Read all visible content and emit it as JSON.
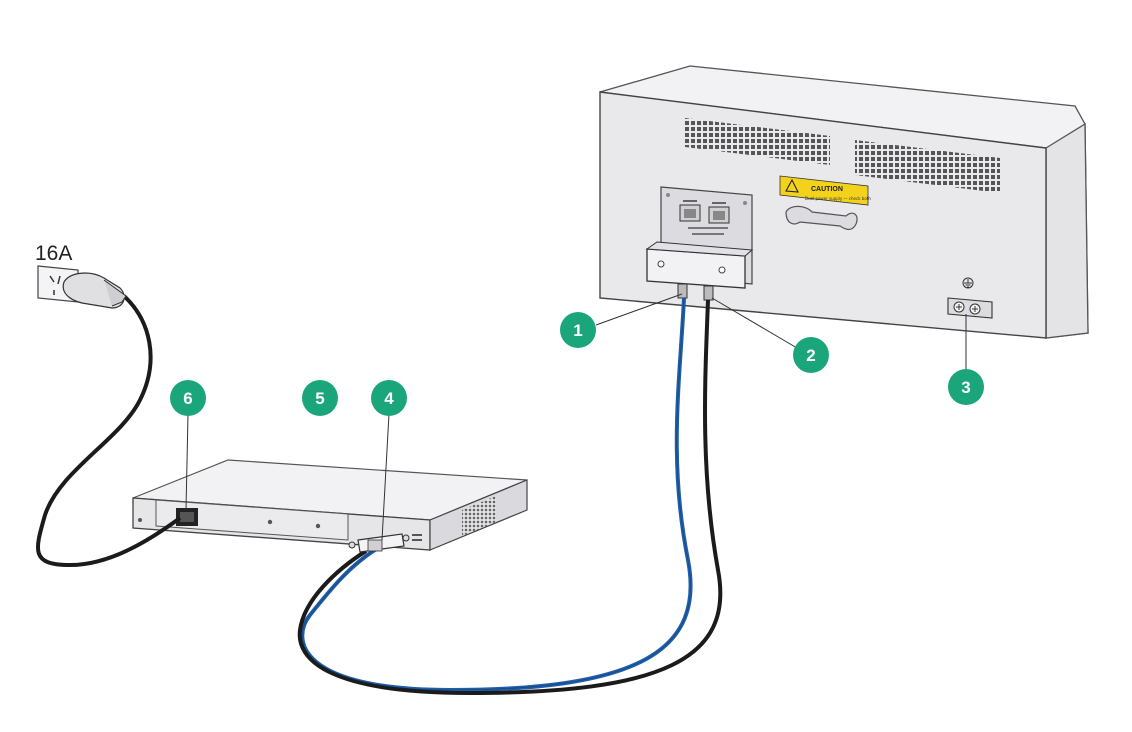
{
  "outlet": {
    "rating_label": "16A"
  },
  "caution_label": {
    "title": "CAUTION",
    "subtitle": "Dual power supply — check both"
  },
  "callouts": [
    {
      "id": "1",
      "label": "1"
    },
    {
      "id": "2",
      "label": "2"
    },
    {
      "id": "3",
      "label": "3"
    },
    {
      "id": "4",
      "label": "4"
    },
    {
      "id": "5",
      "label": "5"
    },
    {
      "id": "6",
      "label": "6"
    }
  ],
  "colors": {
    "callout": "#1aa67a",
    "blue_cable": "#1f5ea8",
    "black_cable": "#1b1b1b",
    "device_face": "#e9e9ec",
    "device_top": "#f3f3f5",
    "caution_yellow": "#f2d21a"
  }
}
